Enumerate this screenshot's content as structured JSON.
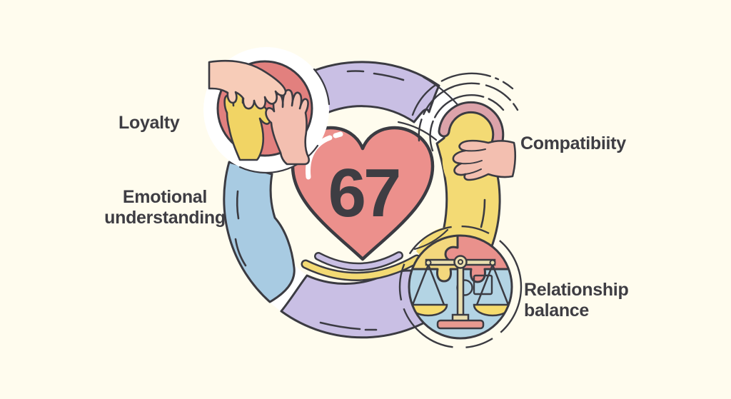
{
  "center": {
    "score": "67",
    "icon": "heart-icon"
  },
  "nodes": [
    {
      "id": "loyalty",
      "label": "Loyalty",
      "icon": "holding-hands-icon"
    },
    {
      "id": "compatibility",
      "label": "Compatibiity",
      "icon": "magnet-hand-icon"
    },
    {
      "id": "emotional",
      "label": "Emotional understanding",
      "icon": "ring-segment"
    },
    {
      "id": "relationship",
      "label": "Relationship balance",
      "icon": "balance-scale-puzzle-icon"
    }
  ],
  "palette": {
    "bg": "#FFFCEE",
    "ink": "#3B3B42",
    "heart": "#EC908C",
    "pinkDeep": "#E2807E",
    "lavender": "#C9BFE4",
    "blue": "#A8CBE2",
    "yellow": "#F3DA74",
    "skin": "#F7CCB8",
    "skin2": "#F3BFB0",
    "handYellow": "#F1D464",
    "dustyPink": "#DCA3AA",
    "puzzleYellow": "#F3D77D",
    "puzzlePink": "#E9918C",
    "scalesBlue": "#B3D4E4",
    "panYellow": "#F6DC6E",
    "tan": "#EADFAF",
    "basePink": "#E89A90",
    "text": "#3E3D43",
    "white": "#FFFFFF"
  }
}
